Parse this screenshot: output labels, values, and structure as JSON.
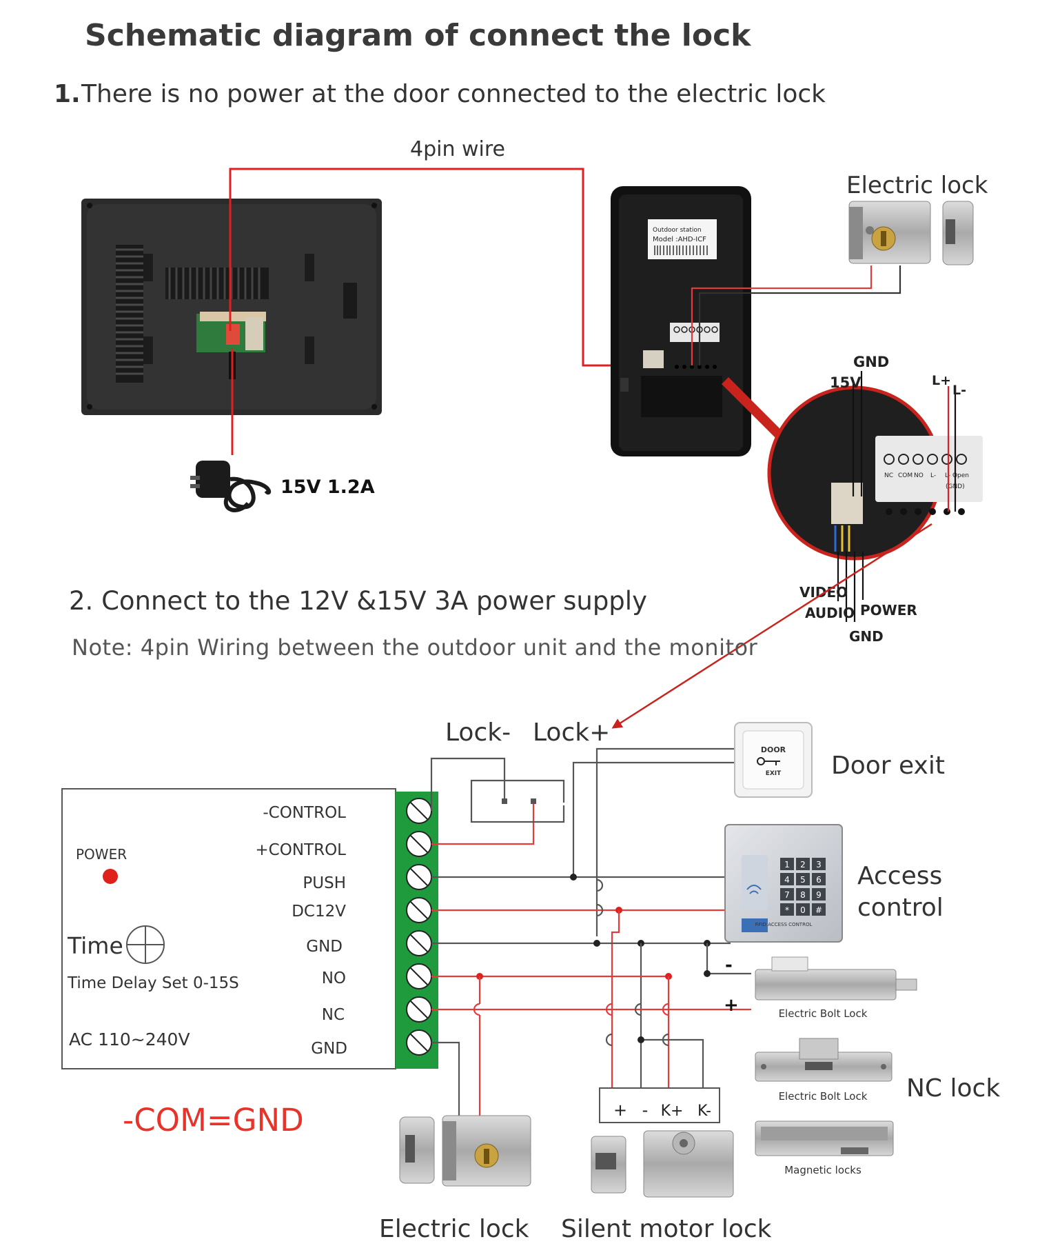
{
  "page": {
    "title": "Schematic diagram of connect the lock",
    "section1": {
      "number": "1.",
      "text": "There is no power at the door connected to the electric lock"
    },
    "section2": {
      "text": "2. Connect to the 12V &15V  3A power supply"
    },
    "note": "Note: 4pin Wiring between the outdoor unit and the monitor"
  },
  "diagram1": {
    "wire_label": "4pin wire",
    "electric_lock_label": "Electric lock",
    "adapter_label": "15V 1.2A",
    "outdoor_sticker": {
      "line1": "Outdoor station",
      "line2": "Model :AHD-ICF"
    },
    "zoom": {
      "top_labels": {
        "gnd": "GND",
        "v15": "15V",
        "lplus": "L+",
        "lminus": "L-"
      },
      "terminal_labels": [
        "NC",
        "COM",
        "NO",
        "L-",
        "L- Open",
        "(GND)"
      ],
      "bottom_labels": {
        "video": "VIDEO",
        "audio": "AUDIO",
        "power": "POWER",
        "gnd": "GND"
      }
    }
  },
  "diagram2": {
    "lock_minus": "Lock-",
    "lock_plus": "Lock+",
    "controller": {
      "power_label": "POWER",
      "time_label": "Time",
      "delay_label": "Time Delay Set 0-15S",
      "ac_label": "AC 110~240V",
      "terminals": [
        "-CONTROL",
        "+CONTROL",
        "PUSH",
        "DC12V",
        "GND",
        "NO",
        "NC",
        "GND"
      ]
    },
    "door_exit": {
      "label": "Door exit",
      "button_top": "DOOR",
      "button_bottom": "EXIT"
    },
    "access_control": {
      "line1": "Access",
      "line2": "control",
      "keys": [
        "1",
        "2",
        "3",
        "4",
        "5",
        "6",
        "7",
        "8",
        "9",
        "*",
        "0",
        "#"
      ],
      "caption": "RFID ACCESS CONTROL"
    },
    "bolt_lock_caption": "Electric Bolt Lock",
    "strike_caption": "Electric Bolt Lock",
    "magnetic_caption": "Magnetic locks",
    "nc_lock_label": "NC lock",
    "minus_sign": "-",
    "plus_sign": "+",
    "motor_terminals": [
      "+",
      "-",
      "K+",
      "K-"
    ],
    "electric_lock_label": "Electric lock",
    "silent_motor_label": "Silent motor lock",
    "com_note": "-COM=GND"
  },
  "colors": {
    "red_wire": "#e02020",
    "terminal_green": "#1f9a3c",
    "arrow_red": "#c8241d",
    "note_red": "#e8332b"
  }
}
